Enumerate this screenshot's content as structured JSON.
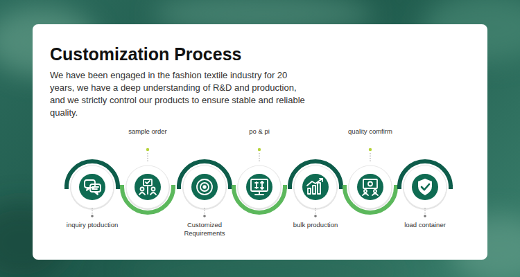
{
  "diagram": {
    "title": "Customization Process",
    "nodes": [
      {
        "text": [
          "inquiry ptoduction"
        ]
      },
      {
        "text": [
          "sample order"
        ]
      },
      {
        "text": [
          "Customized Requirements"
        ]
      },
      {
        "text": [
          "po & pi"
        ]
      },
      {
        "text": [
          "bulk production"
        ]
      },
      {
        "text": [
          "quality comfirm"
        ]
      },
      {
        "text": [
          "load container"
        ]
      }
    ],
    "labels": [
      "We have been engaged in the fashion textile industry for 20 years, we have a deep understanding of R&D and production, and we strictly control our products to ensure stable and reliable quality."
    ]
  }
}
